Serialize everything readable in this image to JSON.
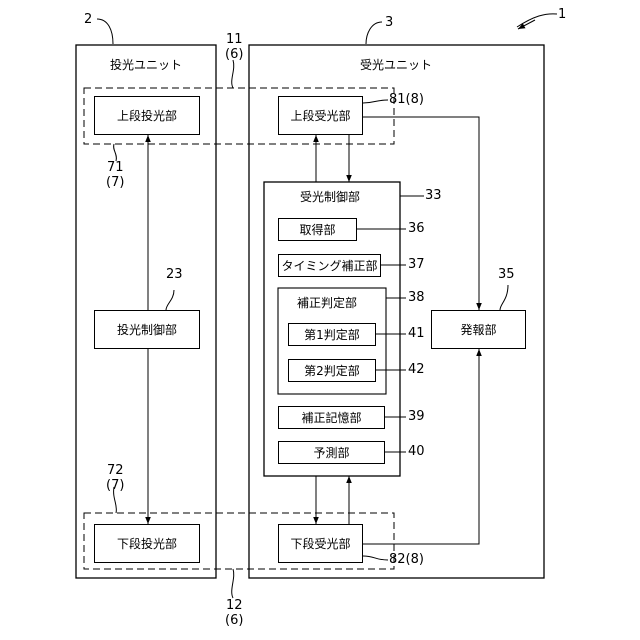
{
  "labels": {
    "fig_ref": "1",
    "projector_ref": "2",
    "receiver_ref": "3",
    "projector_unit": "投光ユニット",
    "receiver_unit": "受光ユニット",
    "upper_projector": "上段投光部",
    "lower_projector": "下段投光部",
    "projection_control": "投光制御部",
    "upper_receiver": "上段受光部",
    "lower_receiver": "下段受光部",
    "reception_control": "受光制御部",
    "acquisition": "取得部",
    "timing_correction": "タイミング補正部",
    "correction_judgment": "補正判定部",
    "first_judgment": "第1判定部",
    "second_judgment": "第2判定部",
    "correction_memory": "補正記憶部",
    "prediction": "予測部",
    "alarm": "発報部"
  },
  "refs": {
    "r11": "11",
    "r11b": "(6)",
    "r12": "12",
    "r12b": "(6)",
    "r71": "71",
    "r71b": "(7)",
    "r72": "72",
    "r72b": "(7)",
    "r23": "23",
    "r81": "81(8)",
    "r82": "82(8)",
    "r33": "33",
    "r35": "35",
    "r36": "36",
    "r37": "37",
    "r38": "38",
    "r39": "39",
    "r40": "40",
    "r41": "41",
    "r42": "42"
  }
}
